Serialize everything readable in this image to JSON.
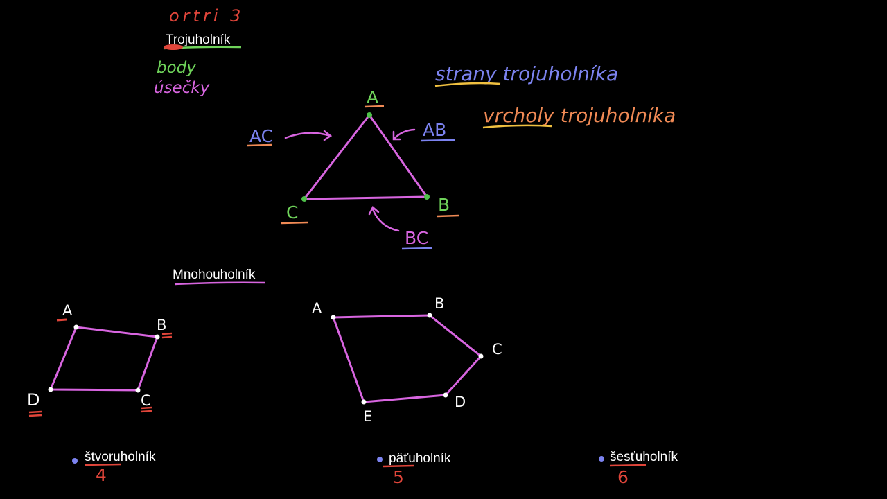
{
  "colors": {
    "background": "#000000",
    "shape": "#d865e0",
    "white": "#ffffff",
    "red": "#e0453a",
    "green": "#6fd35a",
    "blue": "#7c83f0",
    "orange": "#f08a55",
    "vertex_green": "#4ec04a"
  },
  "header": {
    "red_note": "ortri 3",
    "title": "Trojuholník",
    "note_points": "body",
    "note_segments": "úsečky"
  },
  "triangle": {
    "vertex_a": "A",
    "vertex_b": "B",
    "vertex_c": "C",
    "side_ac": "AC",
    "side_ab": "AB",
    "side_bc": "BC",
    "note_sides": "strany trojuholníka",
    "note_vertices": "vrcholy trojuholníka"
  },
  "polygon_section": {
    "title": "Mnohouholník"
  },
  "quadrilateral": {
    "vertex_a": "A",
    "vertex_b": "B",
    "vertex_c": "C",
    "vertex_d": "D",
    "name": "štvoruholník",
    "count": "4"
  },
  "pentagon": {
    "vertex_a": "A",
    "vertex_b": "B",
    "vertex_c": "C",
    "vertex_d": "D",
    "vertex_e": "E",
    "name": "päťuholník",
    "count": "5"
  },
  "hexagon": {
    "name": "šesťuholník",
    "count": "6"
  }
}
